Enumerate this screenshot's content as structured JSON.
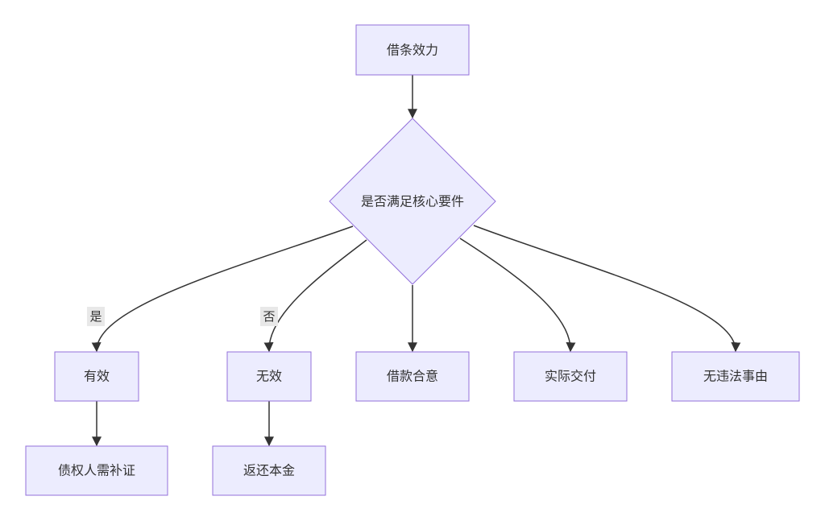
{
  "nodes": {
    "root": "借条效力",
    "decision": "是否满足核心要件",
    "valid": "有效",
    "invalid": "无效",
    "agreement": "借款合意",
    "delivery": "实际交付",
    "no_illegal": "无违法事由",
    "creditor_proof": "债权人需补证",
    "return_principal": "返还本金"
  },
  "edge_labels": {
    "yes": "是",
    "no": "否"
  },
  "colors": {
    "node_fill": "#ececfe",
    "node_border": "#9370db",
    "edge": "#333333",
    "edge_label_bg": "#e8e8e8"
  }
}
